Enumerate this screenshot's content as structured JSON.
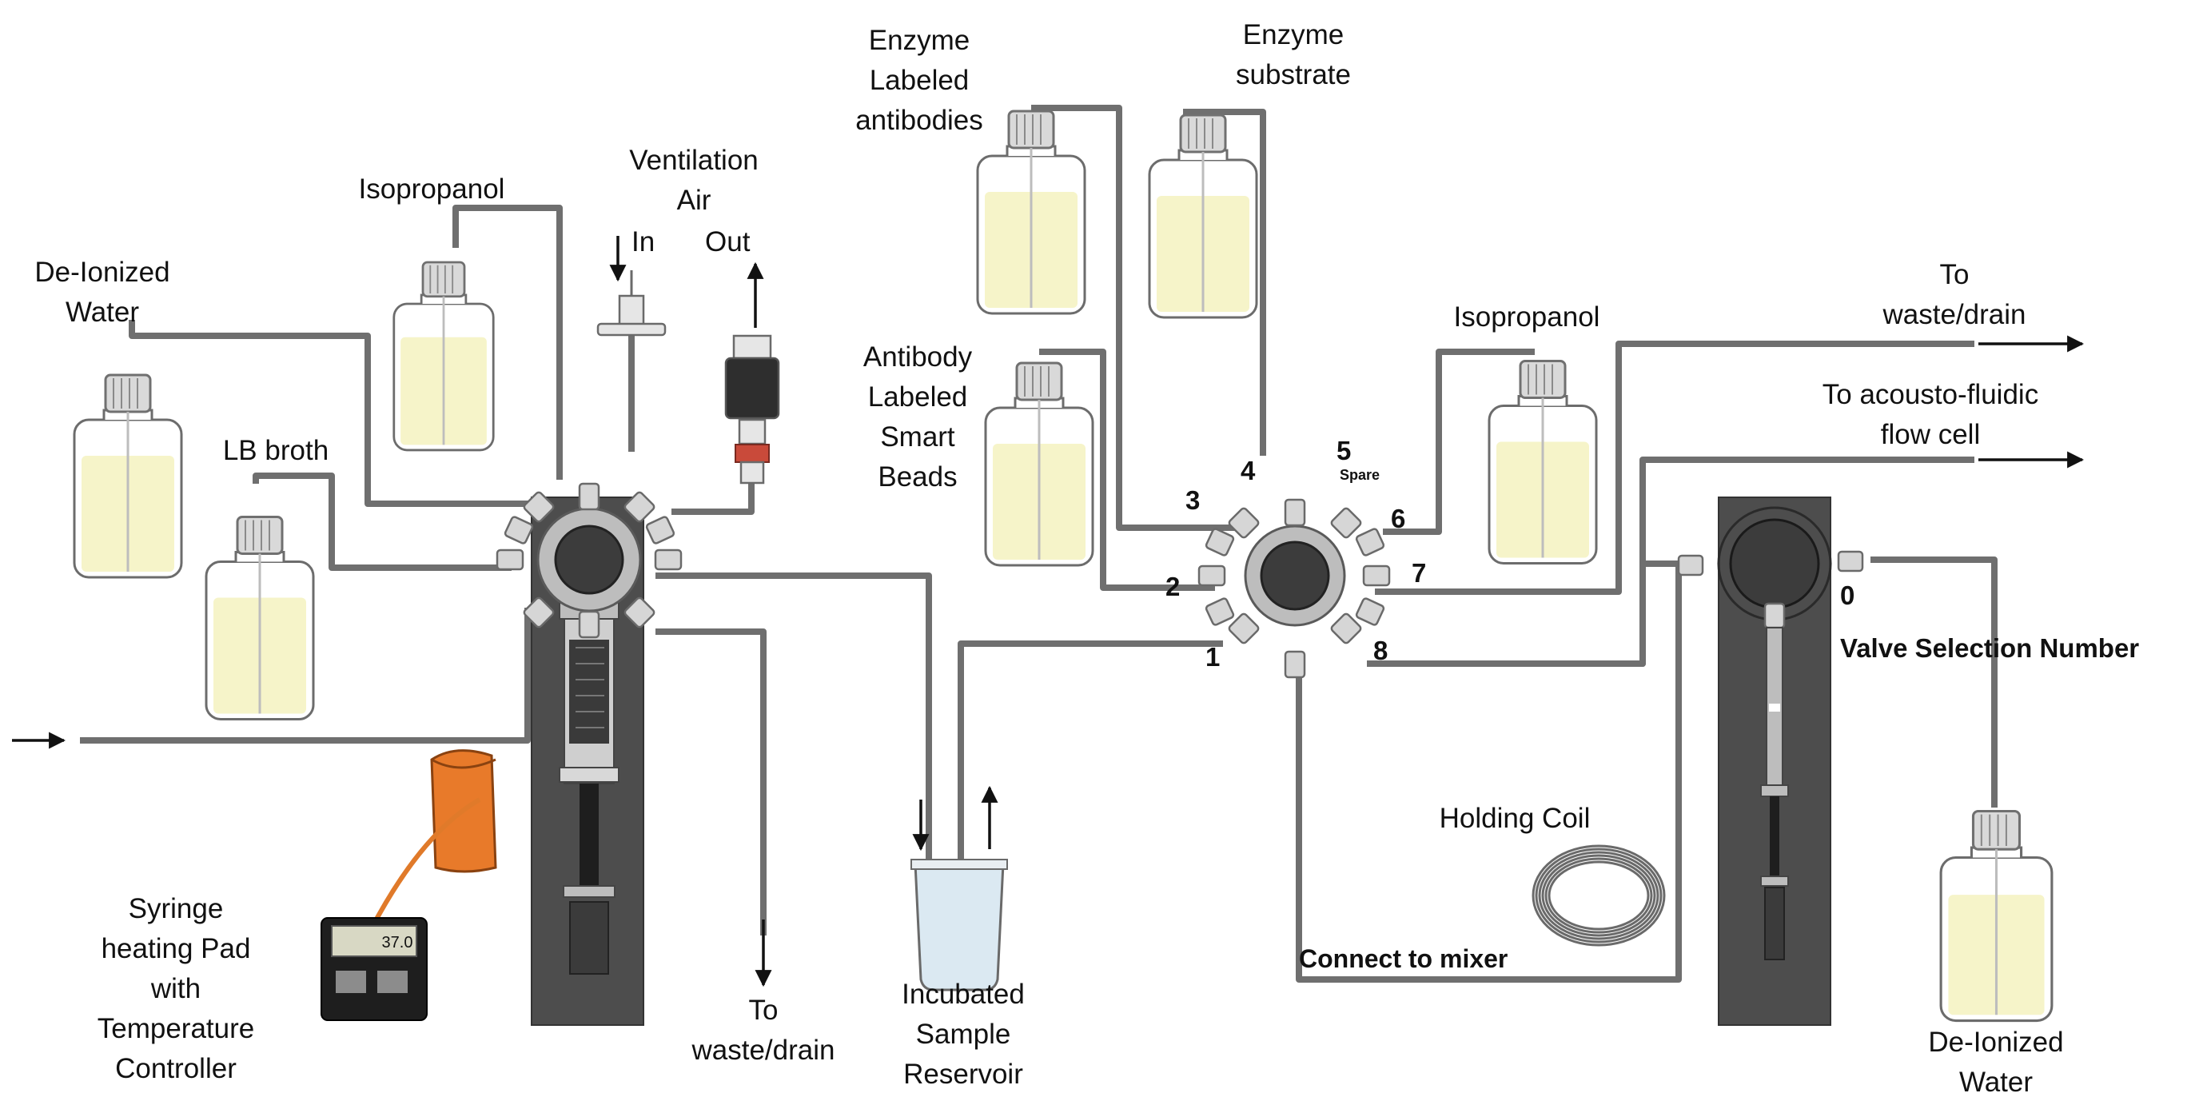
{
  "colors": {
    "liquid": "#f6f4c9",
    "tubing": "#6f6f6f",
    "pump_body": "#4d4d4d",
    "heating_pad": "#e87a2a",
    "cap": "#d9d9d9"
  },
  "labels": {
    "deionized_water_left": [
      "De-Ionized",
      "Water"
    ],
    "isopropanol_left": "Isopropanol",
    "ventilation_air": [
      "Ventilation",
      "Air"
    ],
    "vent_in": "In",
    "vent_out": "Out",
    "lb_broth": "LB broth",
    "syringe_heating": [
      "Syringe",
      "heating Pad",
      "with",
      "Temperature",
      "Controller"
    ],
    "controller_display": "37.0",
    "to_waste_left": [
      "To",
      "waste/drain"
    ],
    "incubated_reservoir": [
      "Incubated",
      "Sample",
      "Reservoir"
    ],
    "enzyme_labeled_antibodies": [
      "Enzyme",
      "Labeled",
      "antibodies"
    ],
    "enzyme_substrate": [
      "Enzyme",
      "substrate"
    ],
    "antibody_beads": [
      "Antibody",
      "Labeled",
      "Smart",
      "Beads"
    ],
    "isopropanol_right": "Isopropanol",
    "to_waste_right": [
      "To",
      "waste/drain"
    ],
    "to_flow_cell": [
      "To acousto-fluidic",
      "flow cell"
    ],
    "holding_coil": "Holding Coil",
    "connect_to_mixer": "Connect to mixer",
    "valve_selection_number": "Valve Selection Number",
    "deionized_water_right": [
      "De-Ionized",
      "Water"
    ],
    "spare": "Spare"
  },
  "valve_numbers": {
    "p0": "0",
    "p1": "1",
    "p2": "2",
    "p3": "3",
    "p4": "4",
    "p5": "5",
    "p6": "6",
    "p7": "7",
    "p8": "8"
  }
}
